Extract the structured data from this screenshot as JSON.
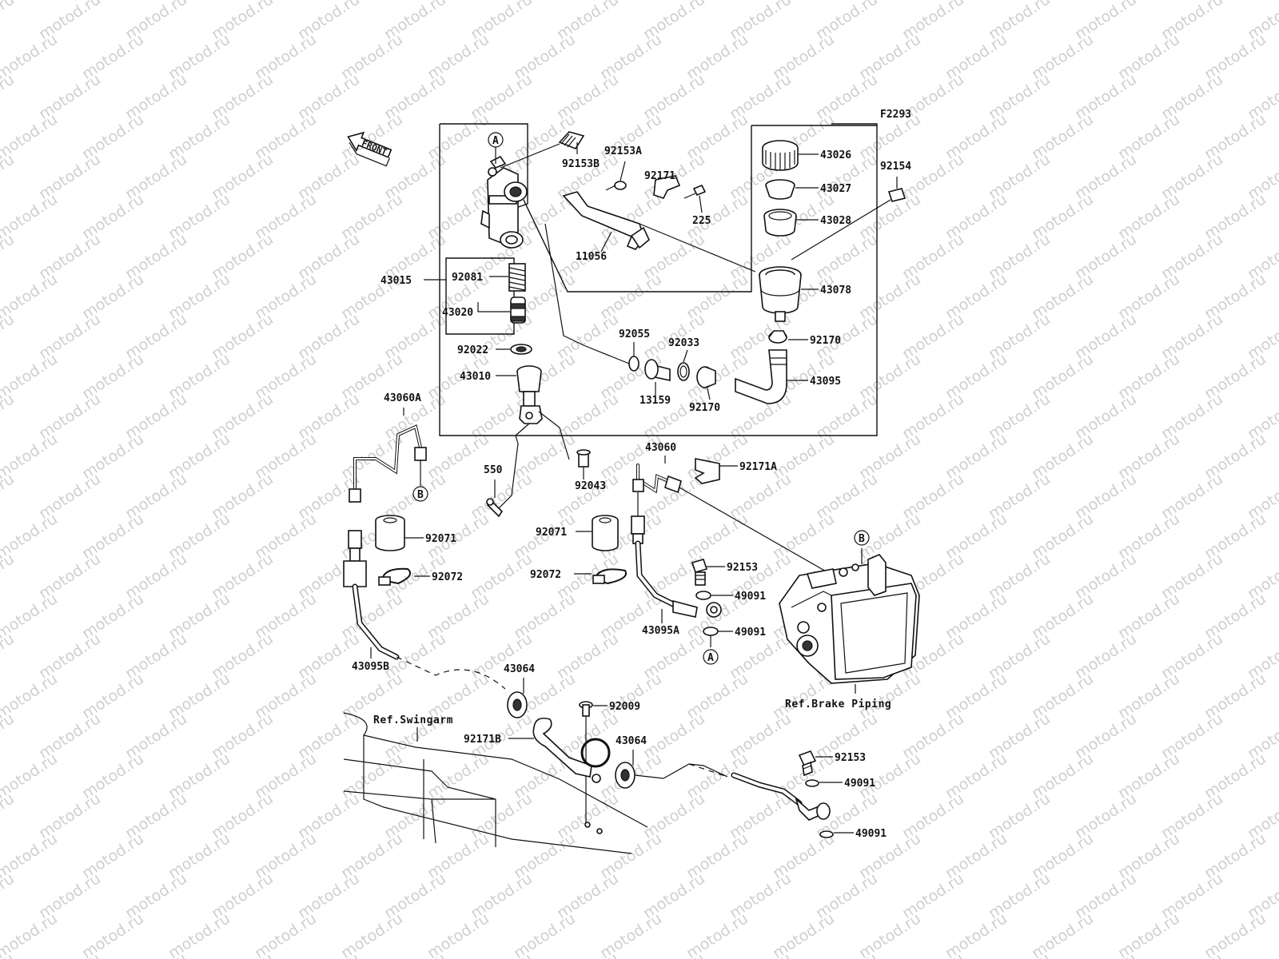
{
  "diagram_code": "F2293",
  "front_label": "FRONT",
  "watermark_text": "motod.ru",
  "parts": {
    "p92153B": "92153B",
    "p92153A": "92153A",
    "p92171": "92171",
    "p225": "225",
    "p11056": "11056",
    "p43026": "43026",
    "p43027": "43027",
    "p43028": "43028",
    "p92154": "92154",
    "p43078": "43078",
    "p43015": "43015",
    "p92081": "92081",
    "p43020": "43020",
    "p92022": "92022",
    "p43010": "43010",
    "p92055": "92055",
    "p92033": "92033",
    "p92170a": "92170",
    "p92170b": "92170",
    "p13159": "13159",
    "p43095": "43095",
    "p43060A": "43060A",
    "p43060": "43060",
    "p92171A": "92171A",
    "p550": "550",
    "p92043": "92043",
    "p92071a": "92071",
    "p92071b": "92071",
    "p92072a": "92072",
    "p92072b": "92072",
    "p92153a": "92153",
    "p49091a": "49091",
    "p43095A": "43095A",
    "p49091b": "49091",
    "p43095B": "43095B",
    "p43064a": "43064",
    "p92009": "92009",
    "p92171B": "92171B",
    "p43064b": "43064",
    "p92153b": "92153",
    "p49091c": "49091",
    "p49091d": "49091"
  },
  "references": {
    "swingarm": "Ref.Swingarm",
    "brake_piping": "Ref.Brake Piping"
  },
  "markers": {
    "a_top": "A",
    "a_bottom": "A",
    "b_left": "B",
    "b_right": "B"
  }
}
